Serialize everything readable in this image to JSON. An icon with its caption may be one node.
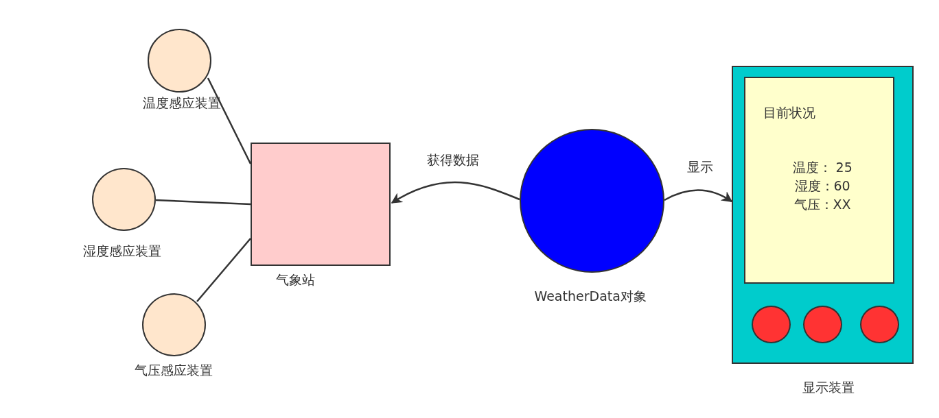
{
  "diagram": {
    "nodes": [
      {
        "text": [
          "温度感应装置"
        ]
      },
      {
        "text": [
          "湿度感应装置"
        ]
      },
      {
        "text": [
          "气压感应装置"
        ]
      },
      {
        "text": [
          "气象站"
        ]
      },
      {
        "text": [
          "WeatherData对象"
        ]
      },
      {
        "text": [
          "显示装置"
        ]
      },
      {
        "text": [
          "目前状况",
          "温度： 25",
          "湿度：60",
          "气压：XX"
        ],
        "in": 5
      },
      {
        "text": [],
        "shape": "circle",
        "in": 5
      },
      {
        "text": [],
        "shape": "circle",
        "in": 5
      },
      {
        "text": [],
        "shape": "circle",
        "in": 5
      }
    ],
    "edges": [
      {
        "from": 0,
        "to": 3,
        "arrow": "none"
      },
      {
        "from": 1,
        "to": 3,
        "arrow": "none"
      },
      {
        "from": 2,
        "to": 3,
        "arrow": "none"
      },
      {
        "from": 4,
        "to": 3,
        "arrow": "to",
        "label": "获得数据"
      },
      {
        "from": 4,
        "to": 5,
        "arrow": "to",
        "label": "显示"
      }
    ]
  }
}
